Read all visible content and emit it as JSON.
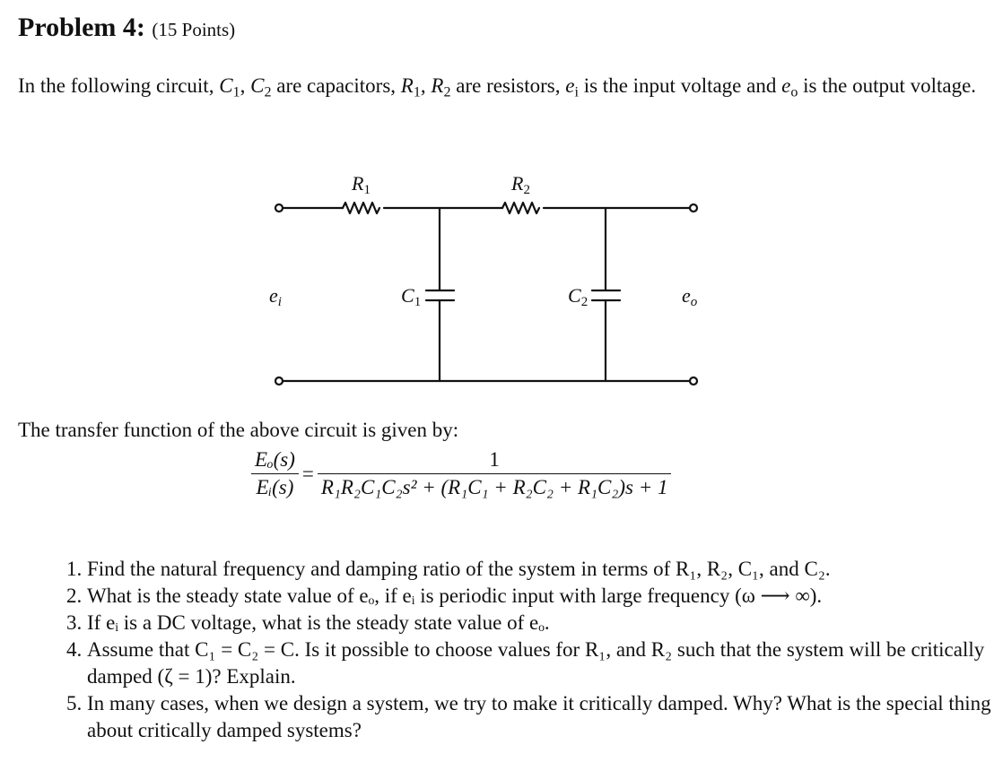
{
  "header": {
    "title": "Problem 4:",
    "points": "(15 Points)"
  },
  "intro": {
    "t1": "In the following circuit, ",
    "C1": "C",
    "C1sub": "1",
    "sep1": ", ",
    "C2": "C",
    "C2sub": "2",
    "t2": " are capacitors, ",
    "R1": "R",
    "R1sub": "1",
    "sep2": ", ",
    "R2": "R",
    "R2sub": "2",
    "t3": " are resistors, ",
    "ei": "e",
    "eisub": "i",
    "t4": " is the input voltage and ",
    "eo": "e",
    "eosub": "o",
    "t5": " is the output voltage."
  },
  "circuit": {
    "labels": {
      "R1": "R",
      "R1sub": "1",
      "R2": "R",
      "R2sub": "2",
      "C1": "C",
      "C1sub": "1",
      "C2": "C",
      "C2sub": "2",
      "ei": "e",
      "eisub": "i",
      "eo": "e",
      "eosub": "o"
    }
  },
  "transfer_function": {
    "label": "The transfer function of the above circuit is given by:",
    "lhs_num": "Eₒ(s)",
    "lhs_den": "Eᵢ(s)",
    "equals": "=",
    "rhs_num": "1",
    "rhs_den": "R₁R₂C₁C₂s² + (R₁C₁ + R₂C₂ + R₁C₂)s + 1"
  },
  "questions": [
    "Find the natural frequency and damping ratio of the system in terms of R₁, R₂, C₁, and C₂.",
    "What is the steady state value of eₒ, if eᵢ is periodic input with large frequency (ω ⟶ ∞).",
    "If eᵢ is a DC voltage, what is the steady state value of eₒ.",
    "Assume that C₁ = C₂ = C. Is it possible to choose values for R₁, and R₂ such that the system will be critically damped (ζ = 1)? Explain.",
    "In many cases, when we design a system, we try to make it critically damped. Why? What is the special thing about critically damped systems?"
  ]
}
